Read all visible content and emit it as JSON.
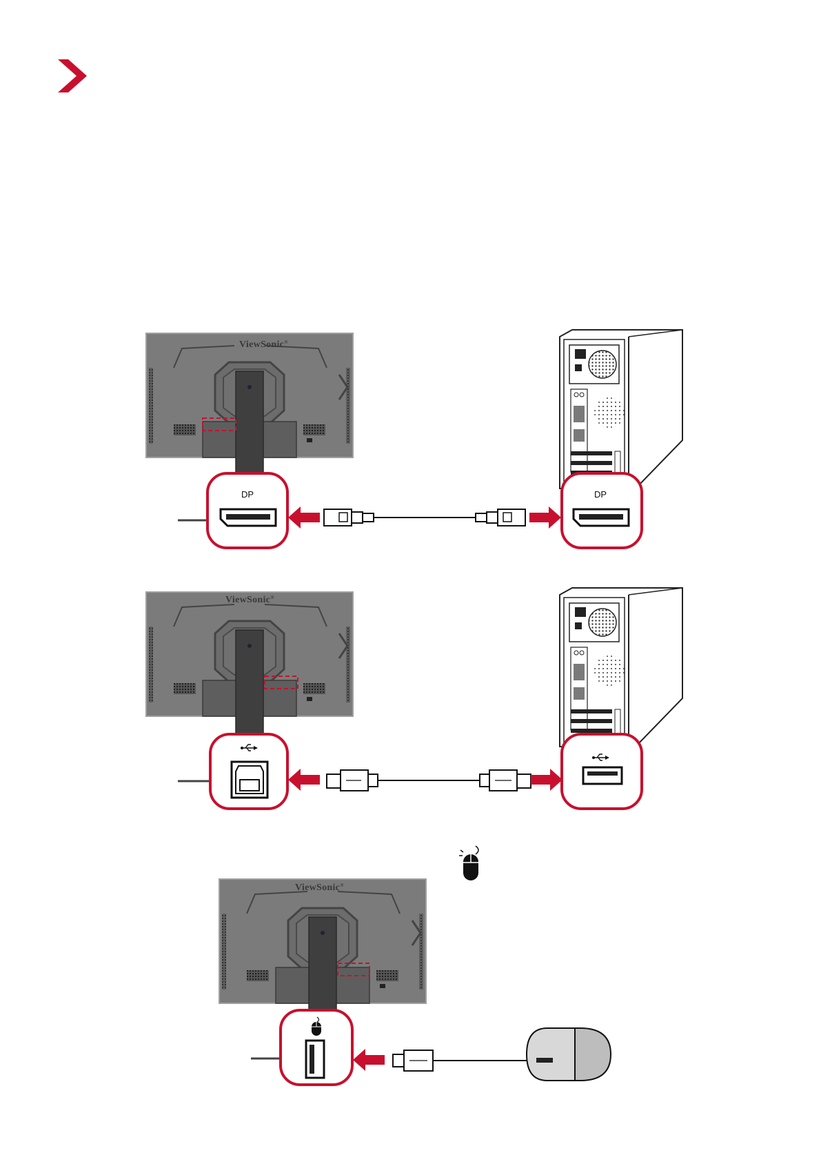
{
  "header": {
    "chevron_icon": "red-chevron-icon",
    "accent_color": "#c8102e"
  },
  "brand": {
    "name": "ViewSonic",
    "mark": "®"
  },
  "diagrams": [
    {
      "id": "dp",
      "label_monitor": "DP",
      "label_pc": "DP",
      "cable": "displayport-cable"
    },
    {
      "id": "usb-upstream",
      "label_monitor_icon": "usb-icon",
      "label_pc_icon": "usb-icon",
      "cable": "usb-a-to-b-cable"
    },
    {
      "id": "usb-mouse",
      "label_monitor_icon": "mouse-icon",
      "peripheral": "mouse",
      "cable": "usb-cable"
    }
  ],
  "colors": {
    "accent": "#c8102e",
    "monitor_body": "#7b7b7b",
    "monitor_edge": "#9a9a9a",
    "mouse_left": "#d8d8d8",
    "mouse_right": "#bdbdbd"
  }
}
